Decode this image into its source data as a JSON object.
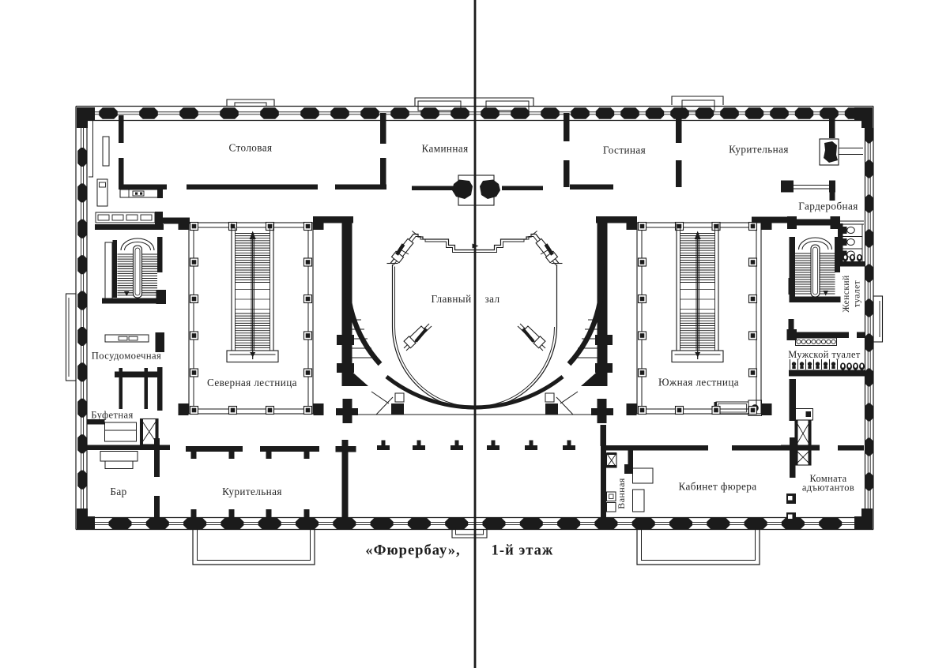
{
  "page": {
    "kind": "scanned book page with architectural floor plan",
    "background": "#ffffff",
    "ink_color": "#1b1b1b"
  },
  "labels": {
    "stolovaya": "Столовая",
    "kaminnaya": "Каминная",
    "gostinaya": "Гостиная",
    "kuritelnaya_top": "Курительная",
    "garderobnaya": "Гардеробная",
    "zhensky_line1": "Женский",
    "zhensky_line2": "туалет",
    "muzhskoy": "Мужской туалет",
    "glavny_zal_left": "Главный",
    "glavny_zal_right": "зал",
    "severnaya": "Северная лестница",
    "yuzhnaya": "Южная лестница",
    "posudomoechnaya": "Посудомоечная",
    "bufetnaya": "Буфетная",
    "bar": "Бар",
    "kuritelnaya_bottom": "Курительная",
    "vannaya": "Ванная",
    "kabinet": "Кабинет фюрера",
    "komnata_line1": "Комната",
    "komnata_line2": "адъютантов"
  },
  "caption": {
    "title": "«Фюрербау»,",
    "subtitle": "1-й этаж"
  }
}
